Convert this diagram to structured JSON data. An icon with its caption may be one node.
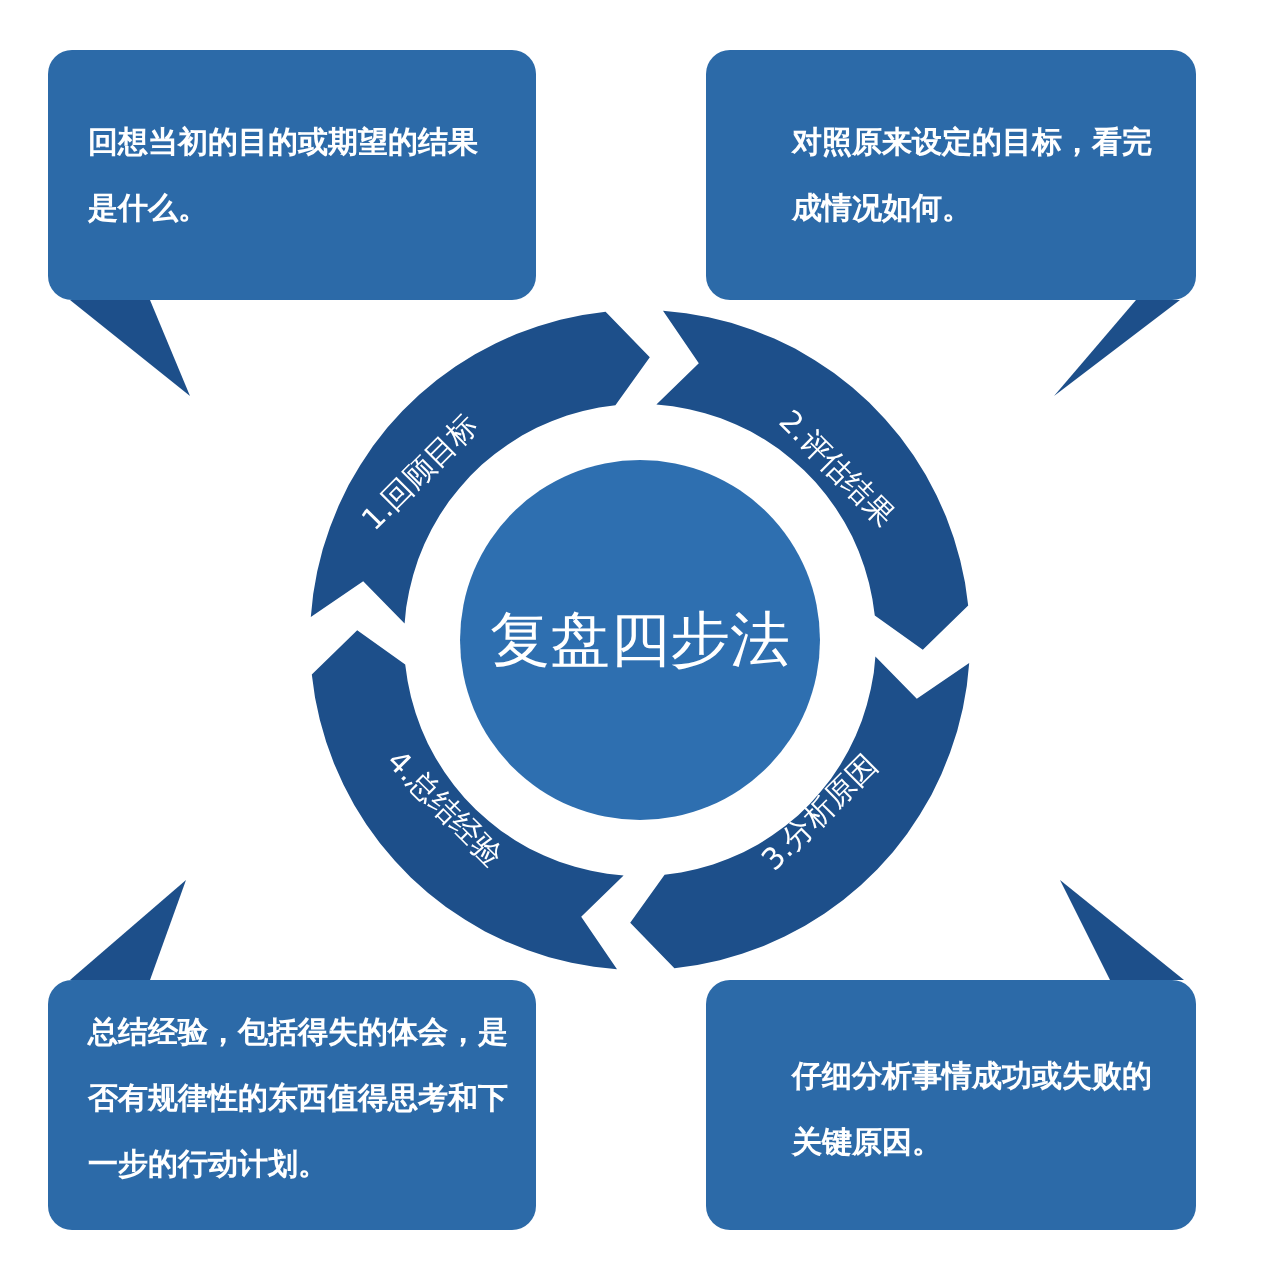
{
  "diagram": {
    "nodes": [
      {
        "text": [
          "**回想**当初的目的或期望的结果是什么。"
        ]
      },
      {
        "text": [
          "**对照**原来设定的目标，看完成情况如何。"
        ]
      },
      {
        "text": [
          "1.回顾目标"
        ]
      },
      {
        "text": [
          "2.评估结果"
        ]
      },
      {
        "text": [
          "复盘四步法"
        ]
      },
      {
        "text": [
          "3.分析原因"
        ]
      },
      {
        "text": [
          "4.总结经验"
        ]
      },
      {
        "text": [
          "总结**经验**，包括得失的体会，是否有规律性的东西值得思考和**下一步**的行动计划。"
        ]
      },
      {
        "text": [
          "仔细**分析**事情成功或失败的关键原因。"
        ]
      }
    ]
  }
}
